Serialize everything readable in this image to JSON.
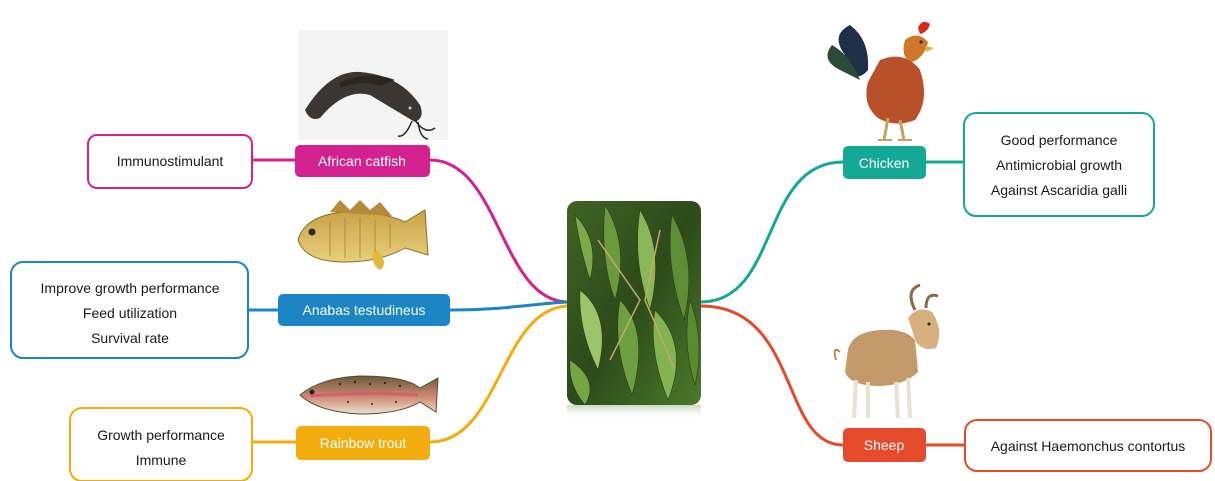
{
  "center": {
    "image": "willow-leaves-photo"
  },
  "branches": {
    "african_catfish": {
      "label": "African catfish",
      "color": "#d3228f",
      "effects": [
        "Immunostimulant"
      ],
      "image": "catfish-image"
    },
    "anabas": {
      "label": "Anabas testudineus",
      "color": "#1b86c3",
      "effects": [
        "Improve growth performance",
        "Feed utilization",
        "Survival rate"
      ],
      "image": "climbing-perch-image"
    },
    "rainbow_trout": {
      "label": "Rainbow trout",
      "color": "#f3ac0d",
      "effects": [
        "Growth performance",
        "Immune"
      ],
      "image": "trout-image"
    },
    "chicken": {
      "label": "Chicken",
      "color": "#14a997",
      "effects": [
        "Good performance",
        "Antimicrobial growth",
        "Against Ascaridia galli"
      ],
      "image": "rooster-image"
    },
    "sheep": {
      "label": "Sheep",
      "color": "#e54a2b",
      "effects": [
        "Against Haemonchus contortus"
      ],
      "image": "goat-image"
    }
  }
}
